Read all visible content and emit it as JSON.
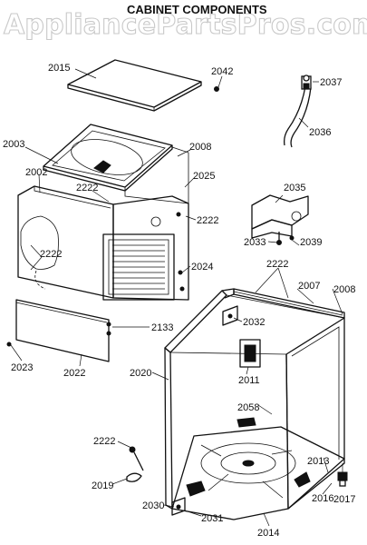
{
  "watermark": "AppliancePartsPros.com",
  "title": "CABINET COMPONENTS",
  "part_numbers": {
    "p2015": "2015",
    "p2042": "2042",
    "p2037": "2037",
    "p2036": "2036",
    "p2003": "2003",
    "p2008a": "2008",
    "p2025": "2025",
    "p2002": "2002",
    "p2222a": "2222",
    "p2222b": "2222",
    "p2222c": "2222",
    "p2035": "2035",
    "p2033": "2033",
    "p2039": "2039",
    "p2024": "2024",
    "p2222d": "2222",
    "p2007": "2007",
    "p2008b": "2008",
    "p2032": "2032",
    "p2133": "2133",
    "p2023": "2023",
    "p2022": "2022",
    "p2020": "2020",
    "p2011": "2011",
    "p2058": "2058",
    "p2222e": "2222",
    "p2013": "2013",
    "p2016": "2016",
    "p2017": "2017",
    "p2019": "2019",
    "p2030": "2030",
    "p2031": "2031",
    "p2014": "2014"
  }
}
